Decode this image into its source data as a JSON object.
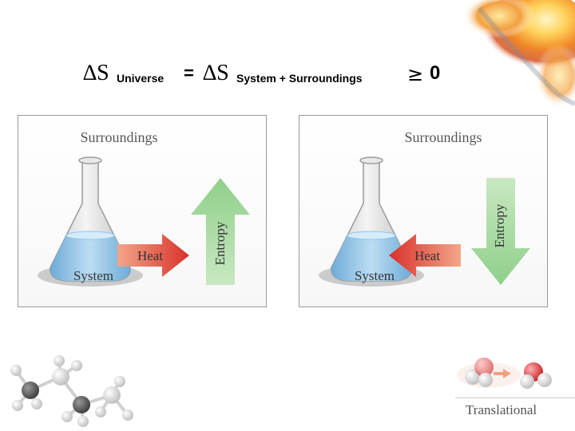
{
  "equation": {
    "delta1": "∆S",
    "sub1": "Universe",
    "equals": "=",
    "delta2": "∆S",
    "sub2": "System + Surroundings",
    "relation": "≥",
    "zero": "0"
  },
  "panels": [
    {
      "surroundings": "Surroundings",
      "system": "System",
      "heat": "Heat",
      "entropy": "Entropy",
      "heat_direction": "outward",
      "entropy_direction": "up"
    },
    {
      "surroundings": "Surroundings",
      "system": "System",
      "heat": "Heat",
      "entropy": "Entropy",
      "heat_direction": "inward",
      "entropy_direction": "down"
    }
  ],
  "footer": {
    "brand": "Translational"
  },
  "colors": {
    "heat_arrow": "#e0463a",
    "entropy_arrow": "#a8d8a0",
    "liquid": "#8fc6ea",
    "flask_glass": "#d9d9d9"
  },
  "icons": [
    "flame-image",
    "propane-molecule-icon",
    "water-molecule-icon"
  ]
}
